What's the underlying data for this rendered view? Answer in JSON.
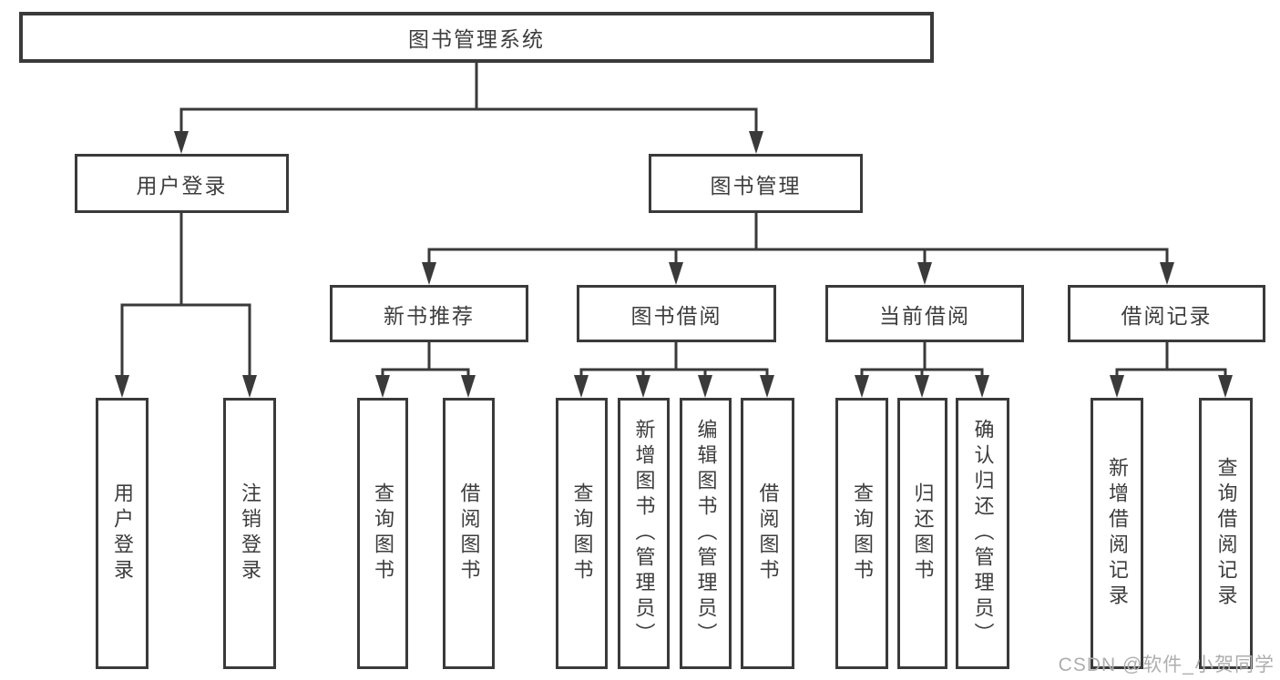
{
  "diagram": {
    "root": {
      "label": "图书管理系统"
    },
    "level2": [
      {
        "label": "用户登录"
      },
      {
        "label": "图书管理"
      }
    ],
    "level3": [
      {
        "label": "新书推荐"
      },
      {
        "label": "图书借阅"
      },
      {
        "label": "当前借阅"
      },
      {
        "label": "借阅记录"
      }
    ],
    "leaves": {
      "user_login": [
        {
          "label": "用户登录"
        },
        {
          "label": "注销登录"
        }
      ],
      "new_book": [
        {
          "label": "查询图书"
        },
        {
          "label": "借阅图书"
        }
      ],
      "book_borrow": [
        {
          "label": "查询图书"
        },
        {
          "label": "新增图书（管理员）"
        },
        {
          "label": "编辑图书（管理员）"
        },
        {
          "label": "借阅图书"
        }
      ],
      "current_borrow": [
        {
          "label": "查询图书"
        },
        {
          "label": "归还图书"
        },
        {
          "label": "确认归还（管理员）"
        }
      ],
      "borrow_records": [
        {
          "label": "新增借阅记录"
        },
        {
          "label": "查询借阅记录"
        }
      ]
    }
  },
  "watermark": {
    "text": "CSDN @软件_小贺同学"
  },
  "colors": {
    "line": "#3a3a3a",
    "text": "#3d3d3d",
    "watermark": "#aeaeae",
    "background": "#ffffff"
  }
}
